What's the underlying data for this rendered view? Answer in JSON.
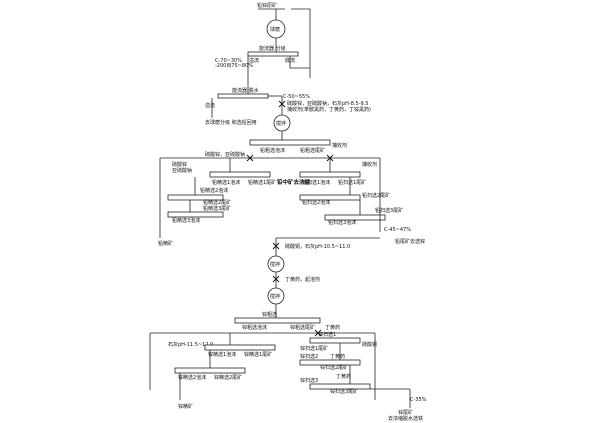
{
  "labels": {
    "feed": "铅锌原矿",
    "ball_mill": "球磨",
    "classifier": "旋流器  分级",
    "overflow1": "溢流",
    "underflow1": "底流",
    "grind1": "C-70~30%",
    "grind2": "-200目75~80%",
    "hydro_overflow": "溢流",
    "thickener": "旋流器   脱水",
    "hydro_overflow2": "溢流",
    "backwater": "去球磨分级 和选铅回用",
    "conc_note": "C-50~55%",
    "reagents1": "硫酸锌，亚硫酸钠，石灰pH-8.5-9.5",
    "collector1": "捕收剂(苯胺黑药，丁黄药，丁铵黑药)",
    "stir1": "搅拌",
    "pb_rough": "铅粗选泡沫",
    "pb_rough_tail": "铅粗选尾矿",
    "pb_collector": "捕收剂",
    "reag_a": "硫酸锌，亚硫酸钠",
    "reag_b": "硫酸锌",
    "reag_c": "亚硫酸钠",
    "pb_clean1_froth": "铅精选1泡沫",
    "pb_clean1_tail": "铅精选1尾矿",
    "pb_mid": "铅中矿去浓缩",
    "pb_scav1_froth": "铅扫选1泡沫",
    "pb_scav1_tail": "铅扫选1尾矿",
    "pb_collector2": "捕收剂",
    "pb_clean2_froth": "铅精选2泡沫",
    "pb_clean2_tail": "铅精选2尾矿",
    "pb_scav2_froth": "铅扫选2泡沫",
    "pb_scav2_tail": "铅扫选2尾矿",
    "pb_clean3_froth": "铅精选3泡沫",
    "pb_clean3_tail": "铅精选3尾矿",
    "pb_scav3_froth": "铅扫选3泡沫",
    "pb_scav3_tail": "铅扫选3尾矿",
    "pb_conc": "铅精矿",
    "pb_tail": "铅尾矿去选锌",
    "c_45": "C-45~47%",
    "zn_reag1": "硫酸铜，石灰pH-10.5~11.0",
    "stir2": "搅拌",
    "zn_reag2": "丁黄药，起泡剂",
    "stir3": "搅拌",
    "zn_rough": "锌粗选",
    "zn_rough_froth": "锌粗选泡沫",
    "zn_rough_tail": "锌粗选尾矿",
    "zn_xanthate": "丁黄药",
    "zn_lime": "石灰pH-11.5~12.0",
    "zn_clean1_froth": "锌精选1泡沫",
    "zn_clean1_tail": "锌精选1尾矿",
    "zn_scav1": "锌扫选1",
    "zn_scav1_tail": "锌扫选1尾矿",
    "zn_xanthate2": "丁黄药",
    "zn_cuso4": "硫酸铜",
    "zn_scav2": "锌扫选2",
    "zn_scav2_tail": "锌扫选2尾矿",
    "zn_xanthate3": "丁黄药",
    "zn_clean2_froth": "锌精选2泡沫",
    "zn_clean2_tail": "锌精选2尾矿",
    "zn_scav3": "锌扫选3",
    "zn_scav3_tail": "锌扫选3尾矿",
    "zn_conc": "锌精矿",
    "c_35": "C-35%",
    "zn_tail": "锌尾矿",
    "zn_tail_note": "去浓缩脱水选铁"
  }
}
